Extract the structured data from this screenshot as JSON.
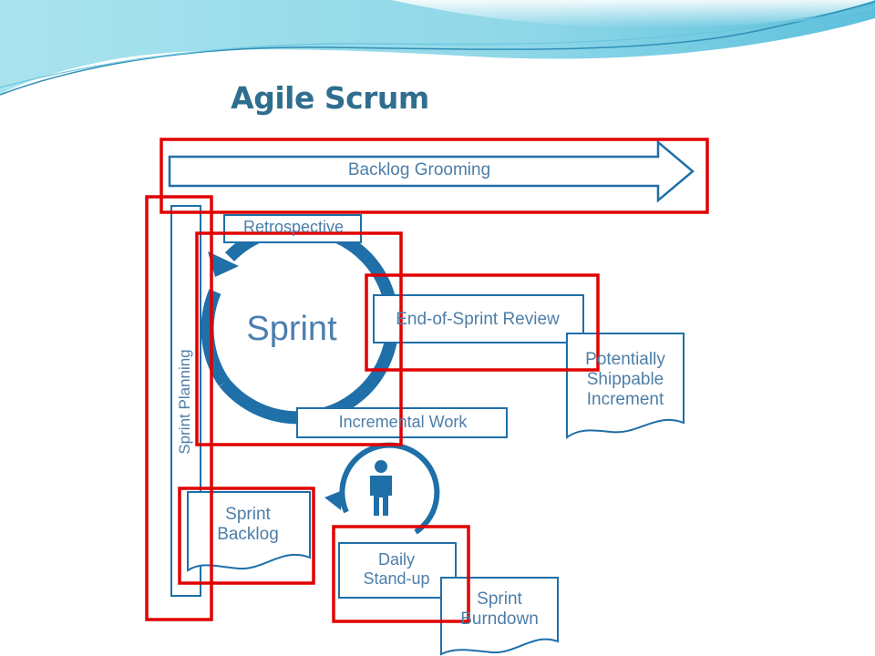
{
  "slide": {
    "title": "Agile Scrum"
  },
  "diagram": {
    "backlog_grooming": "Backlog Grooming",
    "retrospective": "Retrospective",
    "sprint": "Sprint",
    "end_of_sprint_review": "End-of-Sprint Review",
    "potentially_shippable_increment": "Potentially\nShippable\nIncrement",
    "incremental_work": "Incremental Work",
    "sprint_planning": "Sprint Planning",
    "sprint_backlog": "Sprint\nBacklog",
    "daily_standup": "Daily\nStand-up",
    "sprint_burndown": "Sprint\nBurndown"
  },
  "colors": {
    "diagram_blue": "#1f6fa8",
    "label_blue": "#4d7ea8",
    "title_blue": "#2f6e8e",
    "highlight_red": "#e00000",
    "wave_teal": "#7fd2e4"
  }
}
